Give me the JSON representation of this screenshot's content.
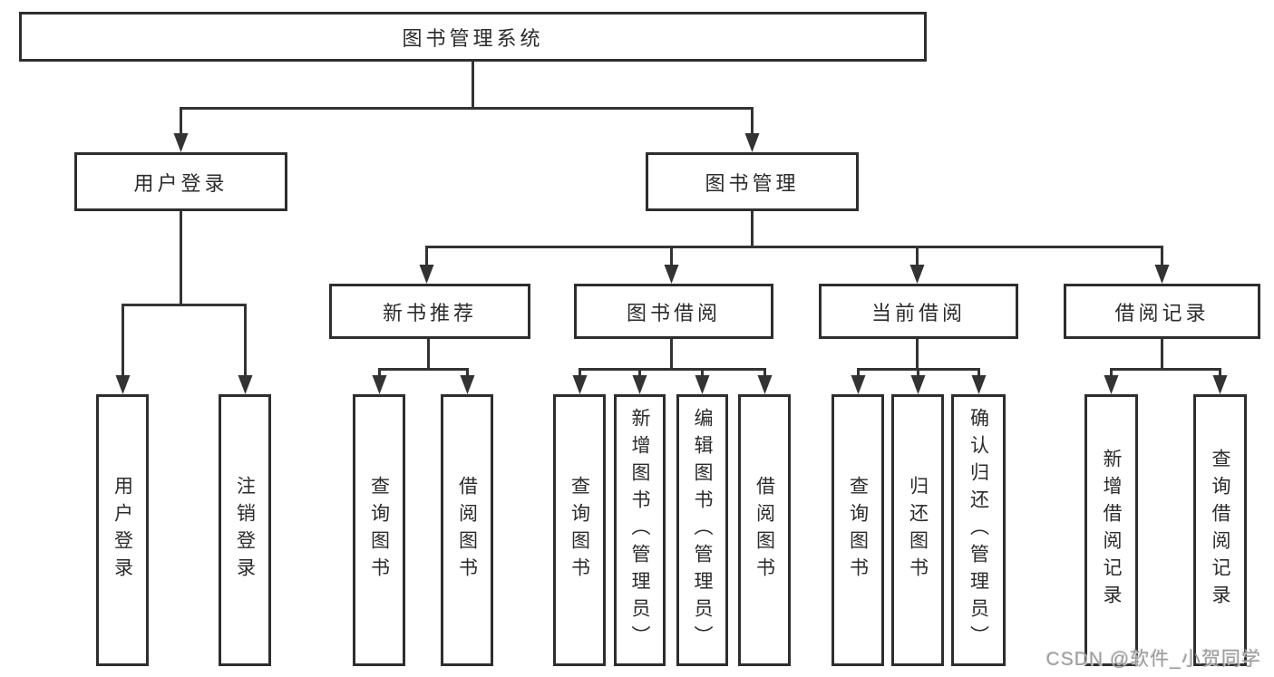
{
  "colors": {
    "background": "#ffffff",
    "box_border": "#2e2e2e",
    "line": "#333333",
    "text": "#2b2b2b",
    "watermark_text": "#9c9c9c"
  },
  "tree": {
    "root": "图书管理系统",
    "branches": [
      {
        "label": "用户登录",
        "children": [
          "用户登录",
          "注销登录"
        ]
      },
      {
        "label": "图书管理",
        "children": [
          {
            "label": "新书推荐",
            "children": [
              "查询图书",
              "借阅图书"
            ]
          },
          {
            "label": "图书借阅",
            "children": [
              "查询图书",
              "新增图书（管理员）",
              "编辑图书（管理员）",
              "借阅图书"
            ]
          },
          {
            "label": "当前借阅",
            "children": [
              "查询图书",
              "归还图书",
              "确认归还（管理员）"
            ]
          },
          {
            "label": "借阅记录",
            "children": [
              "新增借阅记录",
              "查询借阅记录"
            ]
          }
        ]
      }
    ]
  },
  "watermark": "CSDN @软件_小贺同学"
}
